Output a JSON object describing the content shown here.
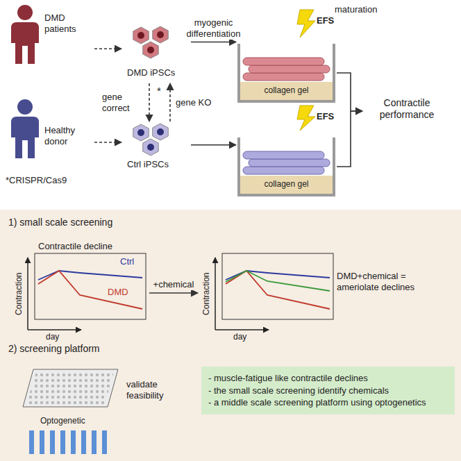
{
  "diagram": {
    "nodes": [
      {
        "text": [
          "DMD patients"
        ]
      },
      {
        "text": [
          "DMD iPSCs"
        ]
      },
      {
        "text": [
          "Healthy donor"
        ]
      },
      {
        "text": [
          "Ctrl iPSCs"
        ]
      },
      {
        "text": [
          "collagen gel"
        ]
      },
      {
        "text": [
          "collagen gel"
        ]
      },
      {
        "text": [
          "Contractile performance"
        ]
      },
      {
        "text": [
          "Contractile decline",
          "Ctrl",
          "DMD"
        ]
      },
      {
        "text": [
          "DMD+chemical = ameriolate declines"
        ]
      },
      {
        "text": [
          "- muscle-fatigue like contractile declines",
          "- the small scale screening identify chemicals",
          "- a middle scale screening platform using optogenetics"
        ]
      }
    ],
    "edges": [
      {
        "from": 0,
        "to": 1,
        "arrow": "to"
      },
      {
        "from": 2,
        "to": 3,
        "arrow": "to"
      },
      {
        "from": 1,
        "to": 3,
        "label": "gene correct",
        "arrow": "to"
      },
      {
        "from": 3,
        "to": 1,
        "label": "gene KO",
        "arrow": "to"
      },
      {
        "from": 1,
        "to": 4,
        "label": "myogenic differentiation",
        "arrow": "to"
      },
      {
        "from": 3,
        "to": 5,
        "arrow": "to"
      },
      {
        "from": 4,
        "to": 6,
        "arrow": "to"
      },
      {
        "from": 5,
        "to": 6,
        "arrow": "to"
      },
      {
        "from": 7,
        "to": 8,
        "label": "+chemical",
        "arrow": "to"
      }
    ],
    "labels": [
      "*",
      "*CRISPR/Cas9",
      "maturation",
      "EFS",
      "EFS",
      "1) small scale screening",
      "Contraction",
      "day",
      "Contraction",
      "day",
      "2) screening platform",
      "Optogenetic",
      "validate feasibility"
    ]
  }
}
